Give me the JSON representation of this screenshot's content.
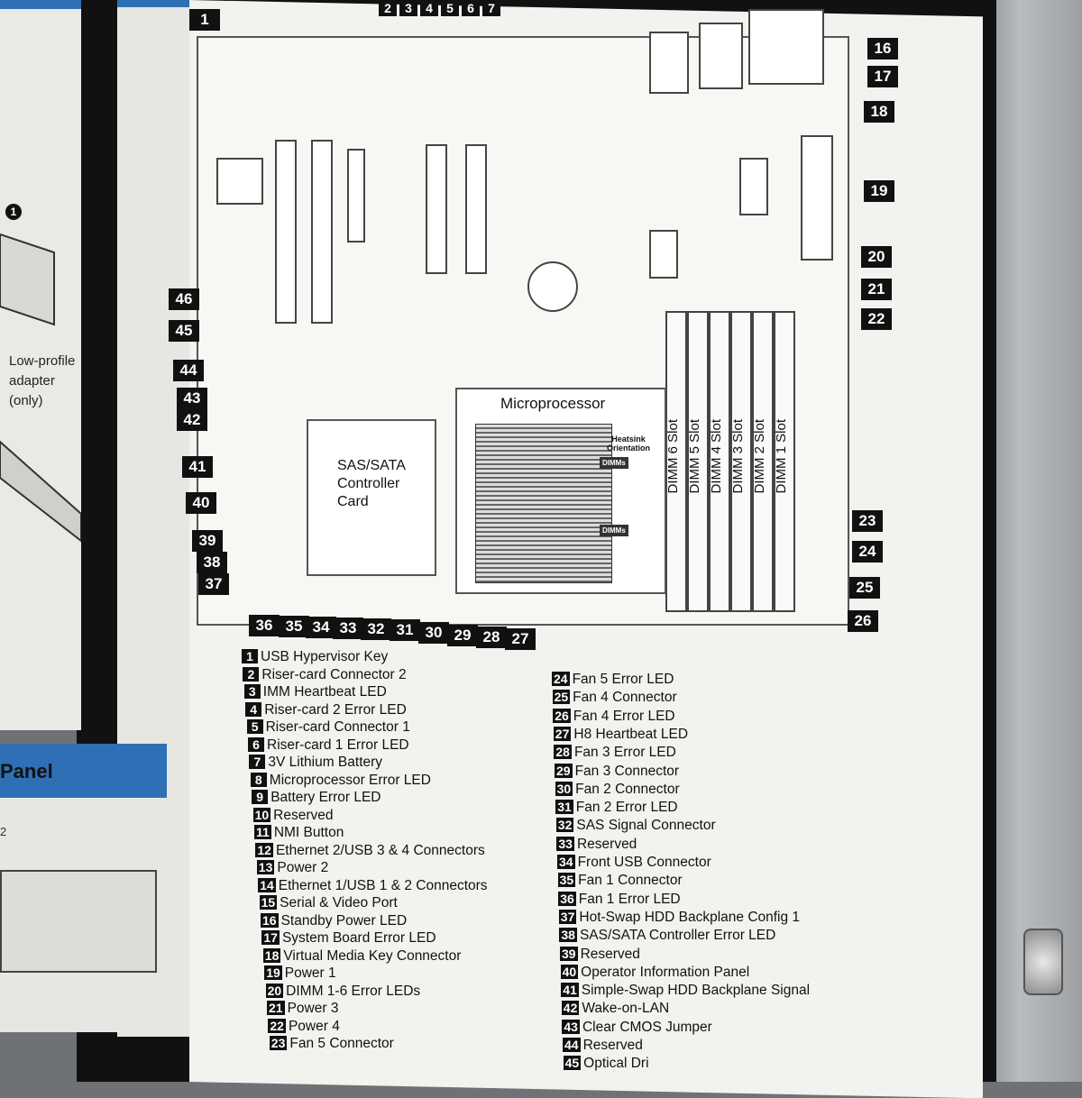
{
  "left_panel": {
    "circle_num": "1",
    "label_line1": "Low-profile",
    "label_line2": "adapter (only)"
  },
  "lower_left": {
    "title": "Panel",
    "number": "2"
  },
  "board": {
    "microprocessor_label": "Microprocessor",
    "heatsink_orientation": "Heatsink Orientation",
    "dimms_tag": "DIMMs",
    "sas_label_l1": "SAS/SATA",
    "sas_label_l2": "Controller",
    "sas_label_l3": "Card",
    "dimm_slots": [
      "DIMM 6 Slot",
      "DIMM 5 Slot",
      "DIMM 4 Slot",
      "DIMM 3 Slot",
      "DIMM 2 Slot",
      "DIMM 1 Slot"
    ],
    "callouts_top": [
      "1",
      "2",
      "3",
      "4",
      "5",
      "6",
      "7"
    ],
    "callouts_right": [
      "16",
      "17",
      "18",
      "19",
      "20",
      "21",
      "22",
      "23",
      "24",
      "25",
      "26"
    ],
    "callouts_left": [
      "46",
      "45",
      "44",
      "43",
      "42",
      "41",
      "40",
      "39",
      "38",
      "37"
    ],
    "callouts_bottom": [
      "36",
      "35",
      "34",
      "33",
      "32",
      "31",
      "30",
      "29",
      "28",
      "27"
    ]
  },
  "legend_left": [
    {
      "n": "1",
      "t": "USB Hypervisor Key"
    },
    {
      "n": "2",
      "t": "Riser-card Connector 2"
    },
    {
      "n": "3",
      "t": "IMM Heartbeat LED"
    },
    {
      "n": "4",
      "t": "Riser-card 2 Error LED"
    },
    {
      "n": "5",
      "t": "Riser-card Connector 1"
    },
    {
      "n": "6",
      "t": "Riser-card 1 Error LED"
    },
    {
      "n": "7",
      "t": "3V Lithium Battery"
    },
    {
      "n": "8",
      "t": "Microprocessor Error LED"
    },
    {
      "n": "9",
      "t": "Battery Error LED"
    },
    {
      "n": "10",
      "t": "Reserved"
    },
    {
      "n": "11",
      "t": "NMI Button"
    },
    {
      "n": "12",
      "t": "Ethernet 2/USB 3 & 4 Connectors"
    },
    {
      "n": "13",
      "t": "Power 2"
    },
    {
      "n": "14",
      "t": "Ethernet 1/USB 1 & 2 Connectors"
    },
    {
      "n": "15",
      "t": "Serial & Video Port"
    },
    {
      "n": "16",
      "t": "Standby Power LED"
    },
    {
      "n": "17",
      "t": "System Board Error LED"
    },
    {
      "n": "18",
      "t": "Virtual Media Key Connector"
    },
    {
      "n": "19",
      "t": "Power 1"
    },
    {
      "n": "20",
      "t": "DIMM 1-6 Error LEDs"
    },
    {
      "n": "21",
      "t": "Power 3"
    },
    {
      "n": "22",
      "t": "Power 4"
    },
    {
      "n": "23",
      "t": "Fan 5 Connector"
    }
  ],
  "legend_right": [
    {
      "n": "24",
      "t": "Fan 5 Error LED"
    },
    {
      "n": "25",
      "t": "Fan 4 Connector"
    },
    {
      "n": "26",
      "t": "Fan 4 Error LED"
    },
    {
      "n": "27",
      "t": "H8 Heartbeat LED"
    },
    {
      "n": "28",
      "t": "Fan 3 Error LED"
    },
    {
      "n": "29",
      "t": "Fan 3 Connector"
    },
    {
      "n": "30",
      "t": "Fan 2 Connector"
    },
    {
      "n": "31",
      "t": "Fan 2 Error LED"
    },
    {
      "n": "32",
      "t": "SAS Signal Connector"
    },
    {
      "n": "33",
      "t": "Reserved"
    },
    {
      "n": "34",
      "t": "Front USB Connector"
    },
    {
      "n": "35",
      "t": "Fan 1 Connector"
    },
    {
      "n": "36",
      "t": "Fan 1 Error LED"
    },
    {
      "n": "37",
      "t": "Hot-Swap HDD Backplane Config 1"
    },
    {
      "n": "38",
      "t": "SAS/SATA Controller Error LED"
    },
    {
      "n": "39",
      "t": "Reserved"
    },
    {
      "n": "40",
      "t": "Operator Information Panel"
    },
    {
      "n": "41",
      "t": "Simple-Swap HDD Backplane Signal"
    },
    {
      "n": "42",
      "t": "Wake-on-LAN"
    },
    {
      "n": "43",
      "t": "Clear CMOS Jumper"
    },
    {
      "n": "44",
      "t": "Reserved"
    },
    {
      "n": "45",
      "t": "Optical Dri"
    }
  ]
}
